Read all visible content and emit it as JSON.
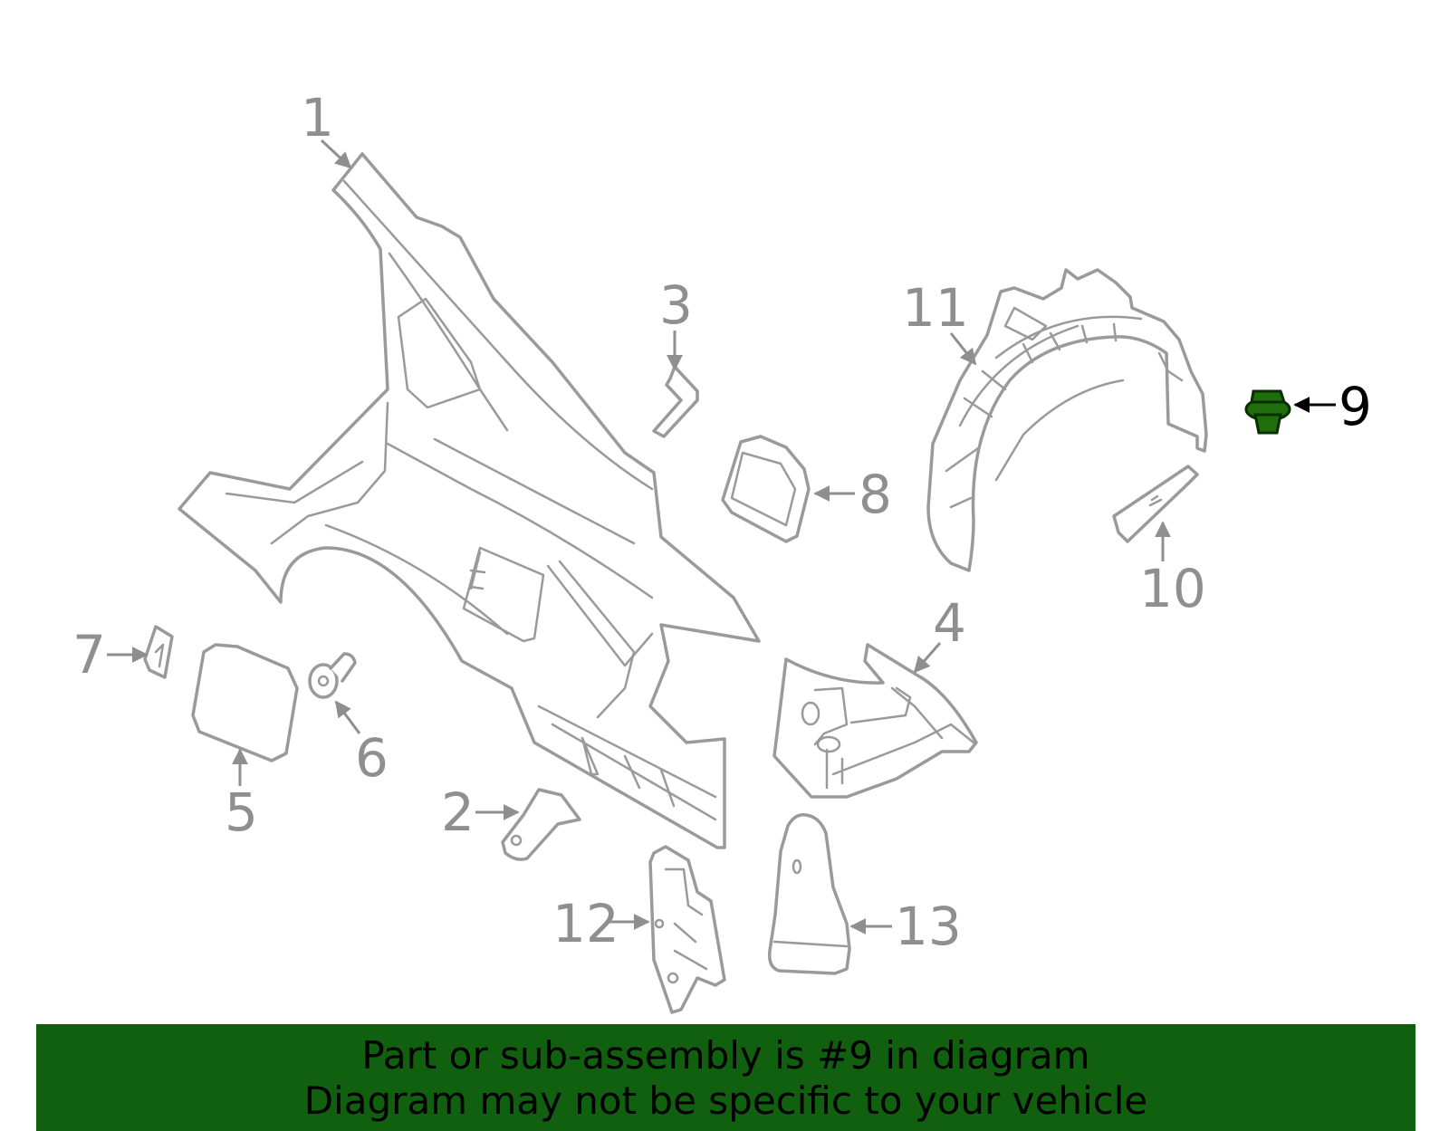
{
  "diagram": {
    "highlight_color": "#1e6e0c",
    "callouts": [
      {
        "id": "1",
        "label": "1"
      },
      {
        "id": "2",
        "label": "2"
      },
      {
        "id": "3",
        "label": "3"
      },
      {
        "id": "4",
        "label": "4"
      },
      {
        "id": "5",
        "label": "5"
      },
      {
        "id": "6",
        "label": "6"
      },
      {
        "id": "7",
        "label": "7"
      },
      {
        "id": "8",
        "label": "8"
      },
      {
        "id": "9",
        "label": "9"
      },
      {
        "id": "10",
        "label": "10"
      },
      {
        "id": "11",
        "label": "11"
      },
      {
        "id": "12",
        "label": "12"
      },
      {
        "id": "13",
        "label": "13"
      }
    ]
  },
  "footer": {
    "line1": "Part or sub-assembly is #9 in diagram",
    "line2": "Diagram may not be specific to your vehicle",
    "background": "#116010"
  }
}
